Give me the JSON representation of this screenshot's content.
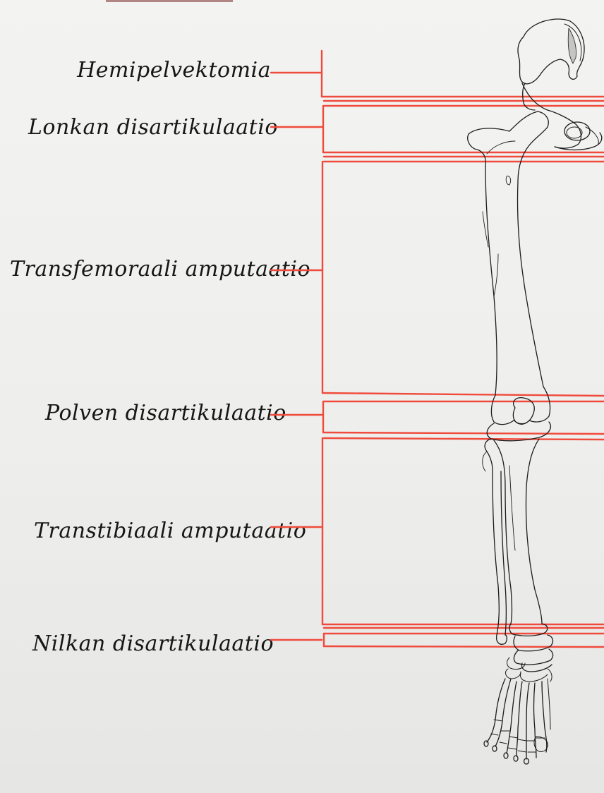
{
  "diagram": {
    "colors": {
      "paper": "#eeeeec",
      "marker_red": "#f04a3c",
      "pencil": "#1c1c1c"
    },
    "levels": [
      {
        "id": "hemi",
        "label": "Hemipelvektomia"
      },
      {
        "id": "lonkan",
        "label": "Lonkan disartikulaatio"
      },
      {
        "id": "trans",
        "label": "Transfemoraali amputaatio"
      },
      {
        "id": "polven",
        "label": "Polven disartikulaatio"
      },
      {
        "id": "tibi",
        "label": "Transtibiaali amputaatio"
      },
      {
        "id": "nilkan",
        "label": "Nilkan disartikulaatio"
      }
    ],
    "illustration": "leg-skeleton-drawing"
  }
}
